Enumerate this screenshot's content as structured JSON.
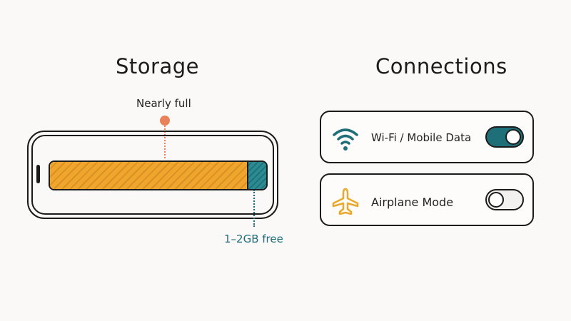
{
  "storage": {
    "title": "Storage",
    "status_label": "Nearly full",
    "free_label": "1–2GB free",
    "used_fraction": 0.91,
    "colors": {
      "used": "#f0a52c",
      "free": "#2b8a92",
      "status_dot": "#e9825a"
    }
  },
  "connections": {
    "title": "Connections",
    "items": [
      {
        "label": "Wi-Fi / Mobile Data",
        "icon": "wifi-icon",
        "enabled": true
      },
      {
        "label": "Airplane Mode",
        "icon": "airplane-icon",
        "enabled": false
      }
    ],
    "colors": {
      "toggle_on": "#1f6f78",
      "wifi_icon": "#1f6f78",
      "airplane_icon": "#e9a92a"
    }
  }
}
